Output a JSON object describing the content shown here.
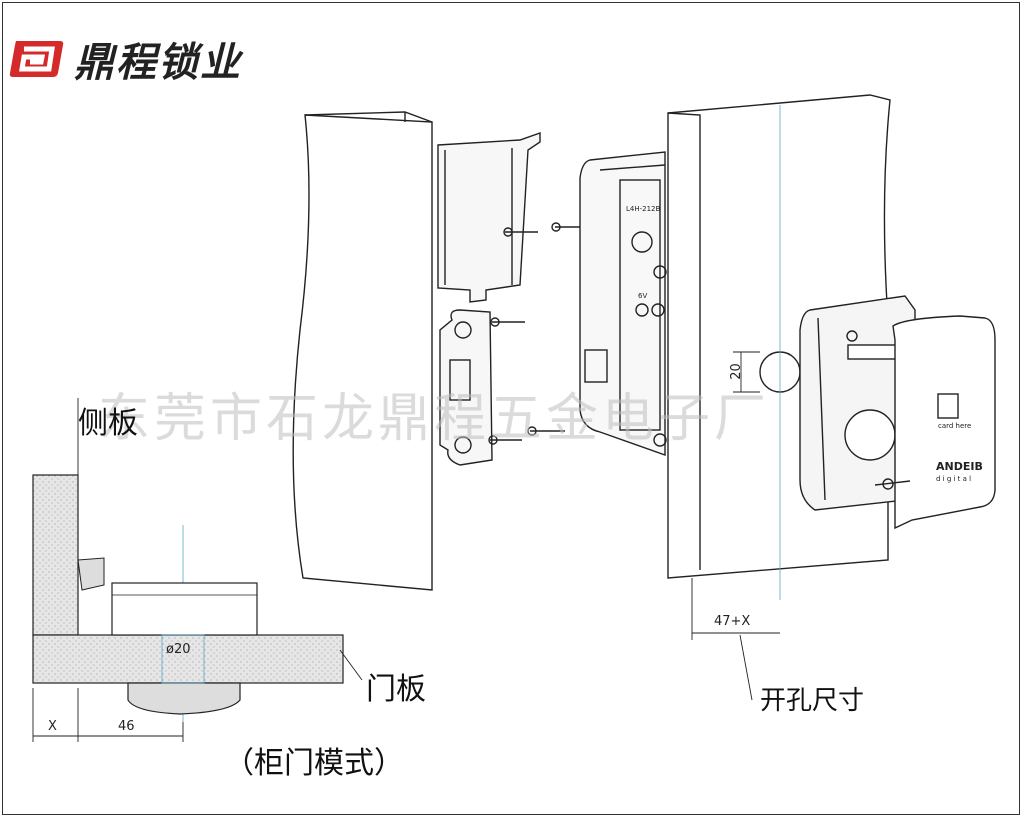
{
  "logo": {
    "brand_text": "鼎程锁业"
  },
  "labels": {
    "side_panel": "侧板",
    "door_panel": "门板",
    "cabinet_mode": "（柜门模式）",
    "hole_size": "开孔尺寸"
  },
  "dimensions": {
    "x": "X",
    "d46": "46",
    "diameter": "ø20",
    "hole_20": "20",
    "offset": "47+X"
  },
  "device_text": {
    "card_here": "card here",
    "brand": "ANDEIB",
    "digital": "d i g i t a l",
    "part_no": "L4H-212B",
    "volt": "6V"
  },
  "watermark": "东莞市石龙鼎程五金电子厂",
  "colors": {
    "logo_red": "#d42a2a",
    "line": "#222222",
    "axis": "#5aa8c8"
  }
}
